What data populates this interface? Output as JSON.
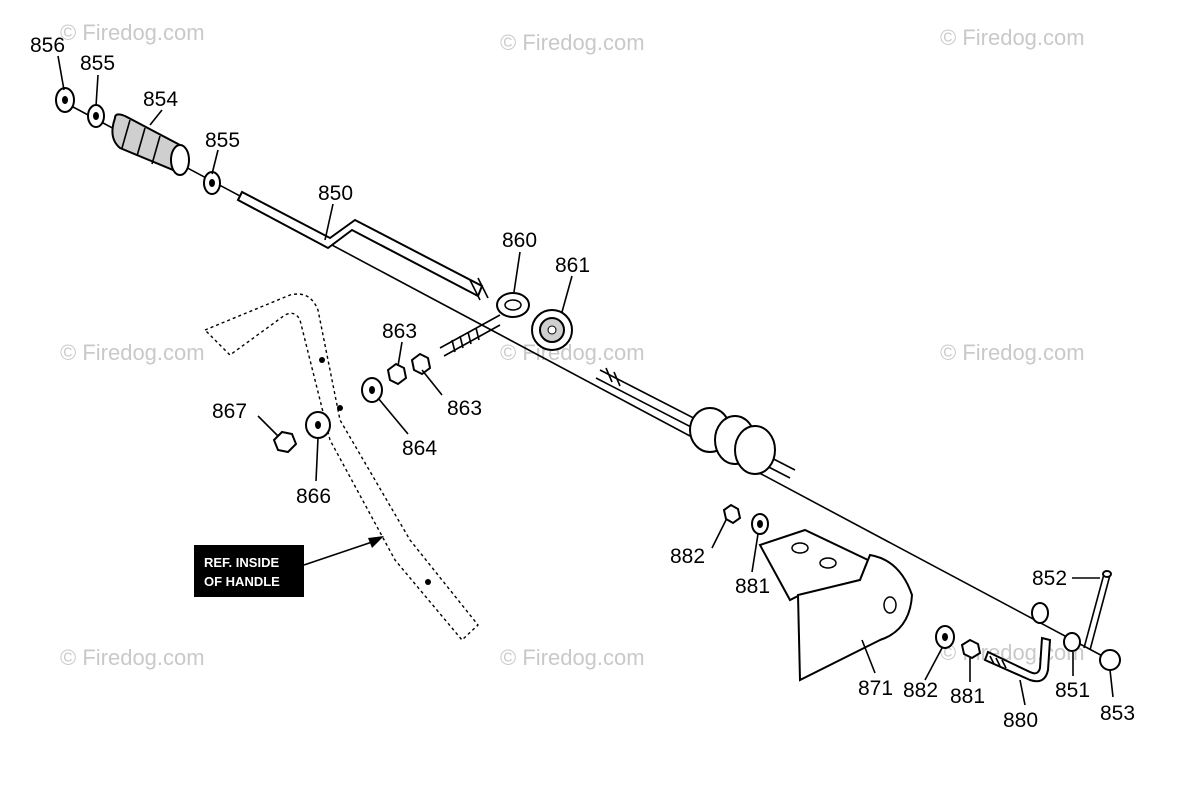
{
  "watermark": "© Firedog.com",
  "reference_note": {
    "line1": "REF. INSIDE",
    "line2": "OF HANDLE"
  },
  "parts": {
    "p856": "856",
    "p855a": "855",
    "p854": "854",
    "p855b": "855",
    "p850": "850",
    "p860": "860",
    "p861": "861",
    "p863a": "863",
    "p863b": "863",
    "p864": "864",
    "p867": "867",
    "p866": "866",
    "p882a": "882",
    "p881a": "881",
    "p871": "871",
    "p882b": "882",
    "p881b": "881",
    "p880": "880",
    "p852": "852",
    "p851": "851",
    "p853": "853"
  }
}
